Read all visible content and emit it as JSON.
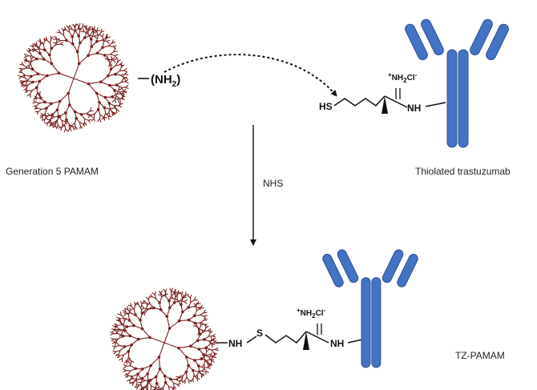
{
  "colors": {
    "dendrimer": "#7b1f1f",
    "antibody_fill": "#4472c4",
    "antibody_stroke": "#2f5597",
    "bond": "#111111",
    "text": "#222222"
  },
  "labels": {
    "pamam": "Generation 5 PAMAM",
    "thiolated": "Thiolated trastuzumab",
    "tz_pamam": "TZ-PAMAM",
    "reagent": "NHS"
  },
  "chem": {
    "amine_open": "(NH",
    "amine_sub": "2",
    "amine_close": ")",
    "hs": "HS",
    "amidinium_plus": "+",
    "amidinium_nh": "NH",
    "amidinium_sub": "2",
    "amidinium_cl": "Cl",
    "amidinium_minus": "-",
    "nh": "NH",
    "s": "S"
  },
  "icons": {
    "dendrimer": "dendrimer-icon",
    "antibody": "antibody-icon"
  }
}
